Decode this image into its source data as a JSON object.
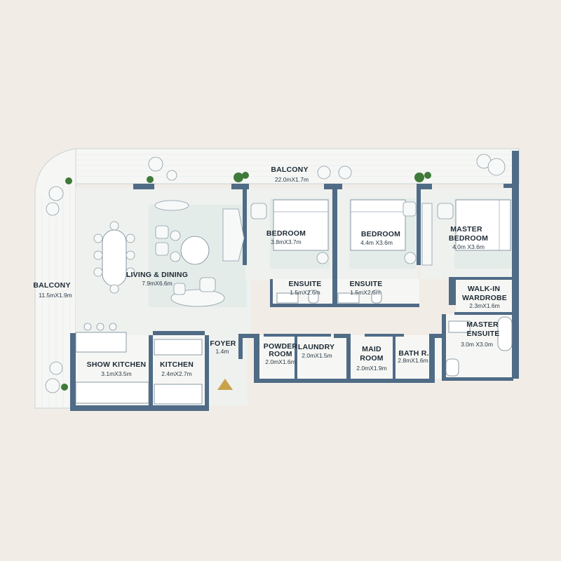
{
  "rooms": {
    "balcony_top": {
      "name": "BALCONY",
      "dim": "22.0mX1.7m"
    },
    "balcony_left": {
      "name": "BALCONY",
      "dim": "11.5mX1.9m"
    },
    "living": {
      "name": "LIVING & DINING",
      "dim": "7.9mX6.6m"
    },
    "bedroom1": {
      "name": "BEDROOM",
      "dim": "3.8mX3.7m"
    },
    "bedroom2": {
      "name": "BEDROOM",
      "dim": "4.4m X3.6m"
    },
    "master_bedroom": {
      "name1": "MASTER",
      "name2": "BEDROOM",
      "dim": "4.0m X3.6m"
    },
    "ensuite1": {
      "name": "ENSUITE",
      "dim": "1.5mX2.6m"
    },
    "ensuite2": {
      "name": "ENSUITE",
      "dim": "1.5mX2.6m"
    },
    "walkin": {
      "name1": "WALK-IN",
      "name2": "WARDROBE",
      "dim": "2.3mX1.6m"
    },
    "master_ensuite": {
      "name1": "MASTER",
      "name2": "ENSUITE",
      "dim": "3.0m X3.0m"
    },
    "show_kitchen": {
      "name": "SHOW KITCHEN",
      "dim": "3.1mX3.5m"
    },
    "kitchen": {
      "name": "KITCHEN",
      "dim": "2.4mX2.7m"
    },
    "foyer": {
      "name": "FOYER",
      "dim": "1.4m"
    },
    "powder": {
      "name1": "POWDER",
      "name2": "ROOM",
      "dim": "2.0mX1.6m"
    },
    "laundry": {
      "name": "LAUNDRY",
      "dim": "2.0mX1.5m"
    },
    "maid": {
      "name1": "MAID",
      "name2": "ROOM",
      "dim": "2.0mX1.9m"
    },
    "bath": {
      "name": "BATH R.",
      "dim": "2.8mX1.6m"
    }
  },
  "colors": {
    "background": "#f1ece6",
    "wall": "#4f6b86",
    "floor": "#e4ece9",
    "entrance_marker": "#c9a24a",
    "plant": "#3f7a3a"
  },
  "icons": {
    "entrance": "entrance-triangle-icon",
    "plant": "plant-icon"
  }
}
